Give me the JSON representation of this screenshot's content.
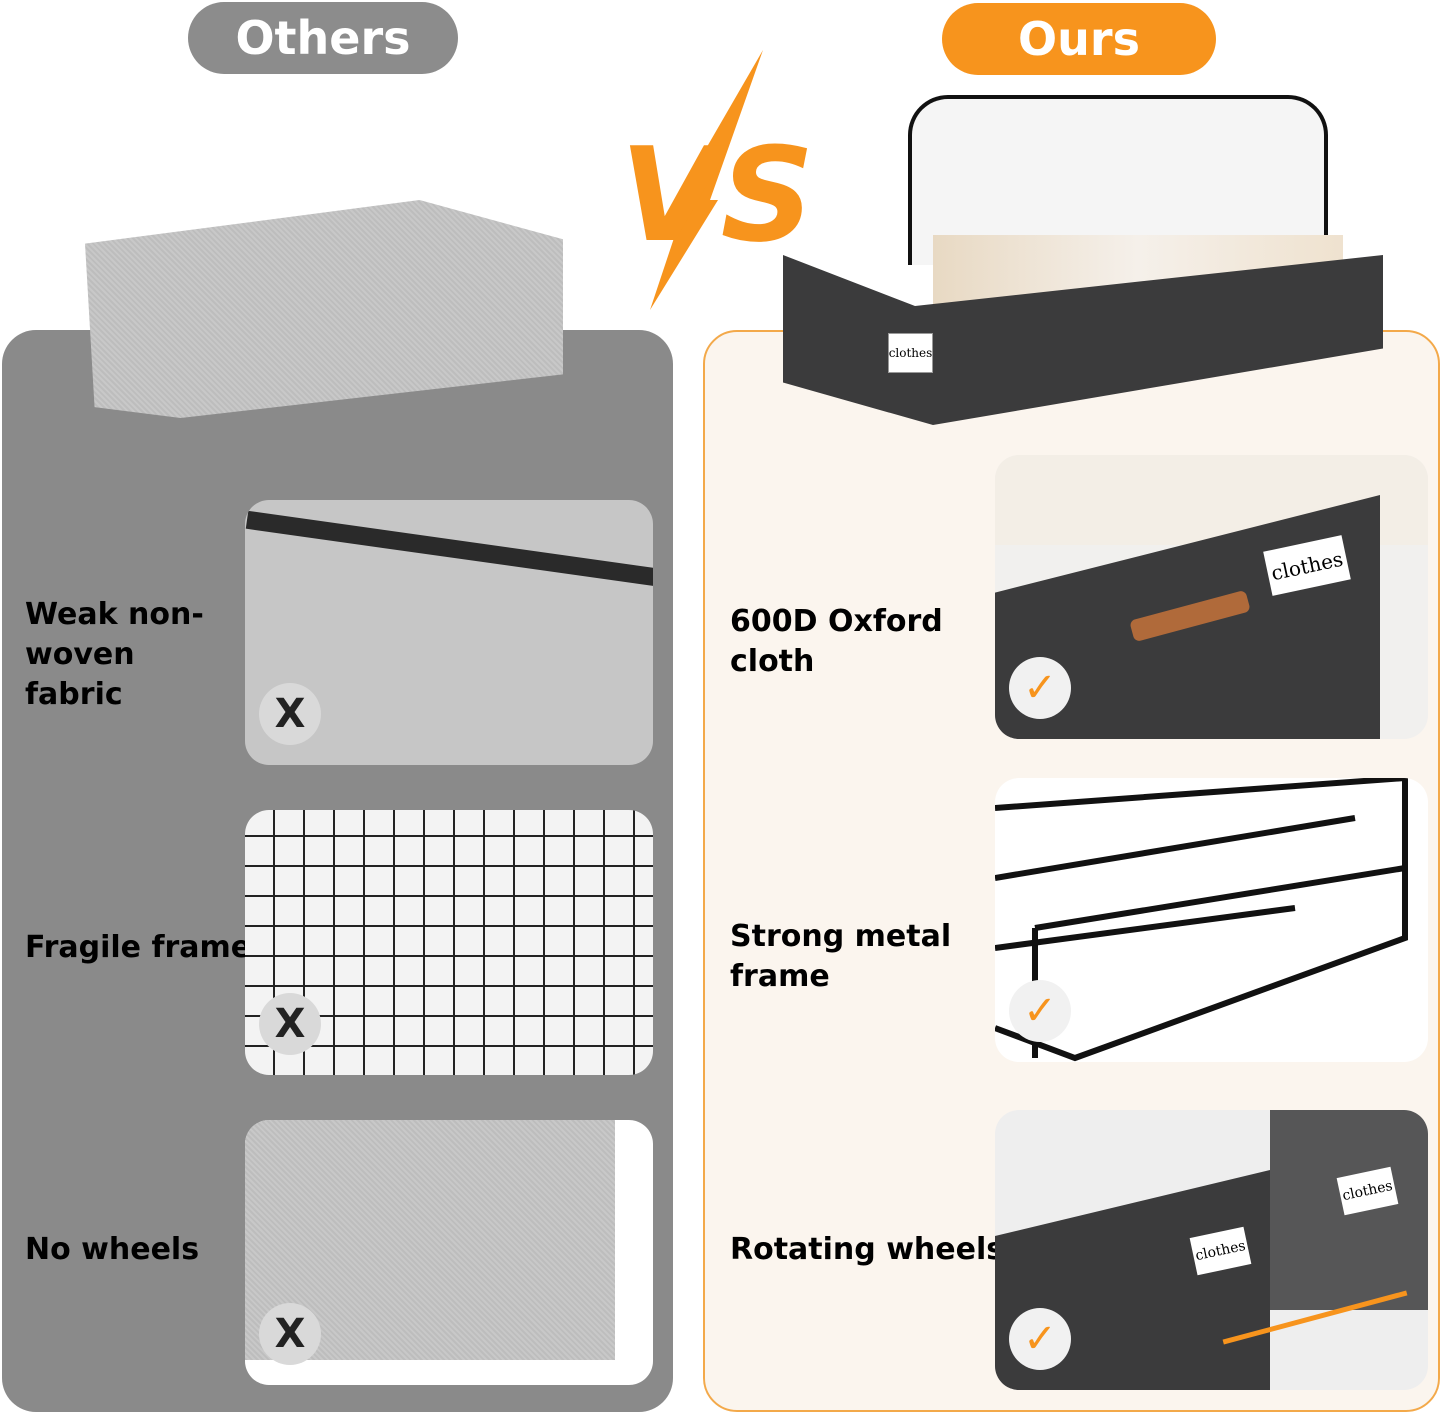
{
  "header": {
    "others_label": "Others",
    "ours_label": "Ours",
    "vs_label": "VS"
  },
  "colors": {
    "accent": "#f7941d",
    "others_gray": "#8a8a8a",
    "ours_bg": "#fbf5ee"
  },
  "others": {
    "items": [
      {
        "label": "Weak non-woven fabric",
        "icon": "x-icon"
      },
      {
        "label": "Fragile frame",
        "icon": "x-icon"
      },
      {
        "label": "No wheels",
        "icon": "x-icon"
      }
    ]
  },
  "ours": {
    "items": [
      {
        "label": "600D Oxford cloth",
        "icon": "check-icon"
      },
      {
        "label": "Strong metal frame",
        "icon": "check-icon"
      },
      {
        "label": "Rotating wheels",
        "icon": "check-icon"
      }
    ],
    "tag_text": "clothes"
  },
  "marks": {
    "x": "X",
    "check": "✓"
  }
}
